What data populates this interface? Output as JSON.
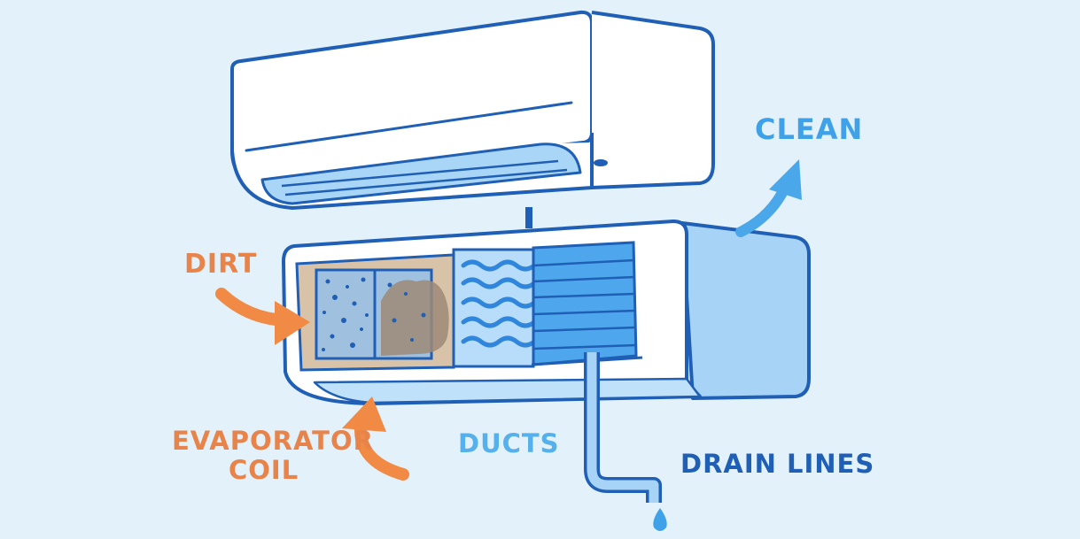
{
  "labels": {
    "clean": "CLEAN",
    "dirt": "DIRT",
    "evaporator_line1": "EVAPORATOR",
    "evaporator_line2": "COIL",
    "ducts": "DUCTS",
    "drain_lines": "DRAIN LINES"
  },
  "colors": {
    "background": "#e3f1fb",
    "outline": "#1f5fb5",
    "light_blue": "#9fd0f5",
    "mid_blue": "#5fb0ee",
    "orange": "#f08a45",
    "dirt_panel": "#d9c3a8"
  }
}
